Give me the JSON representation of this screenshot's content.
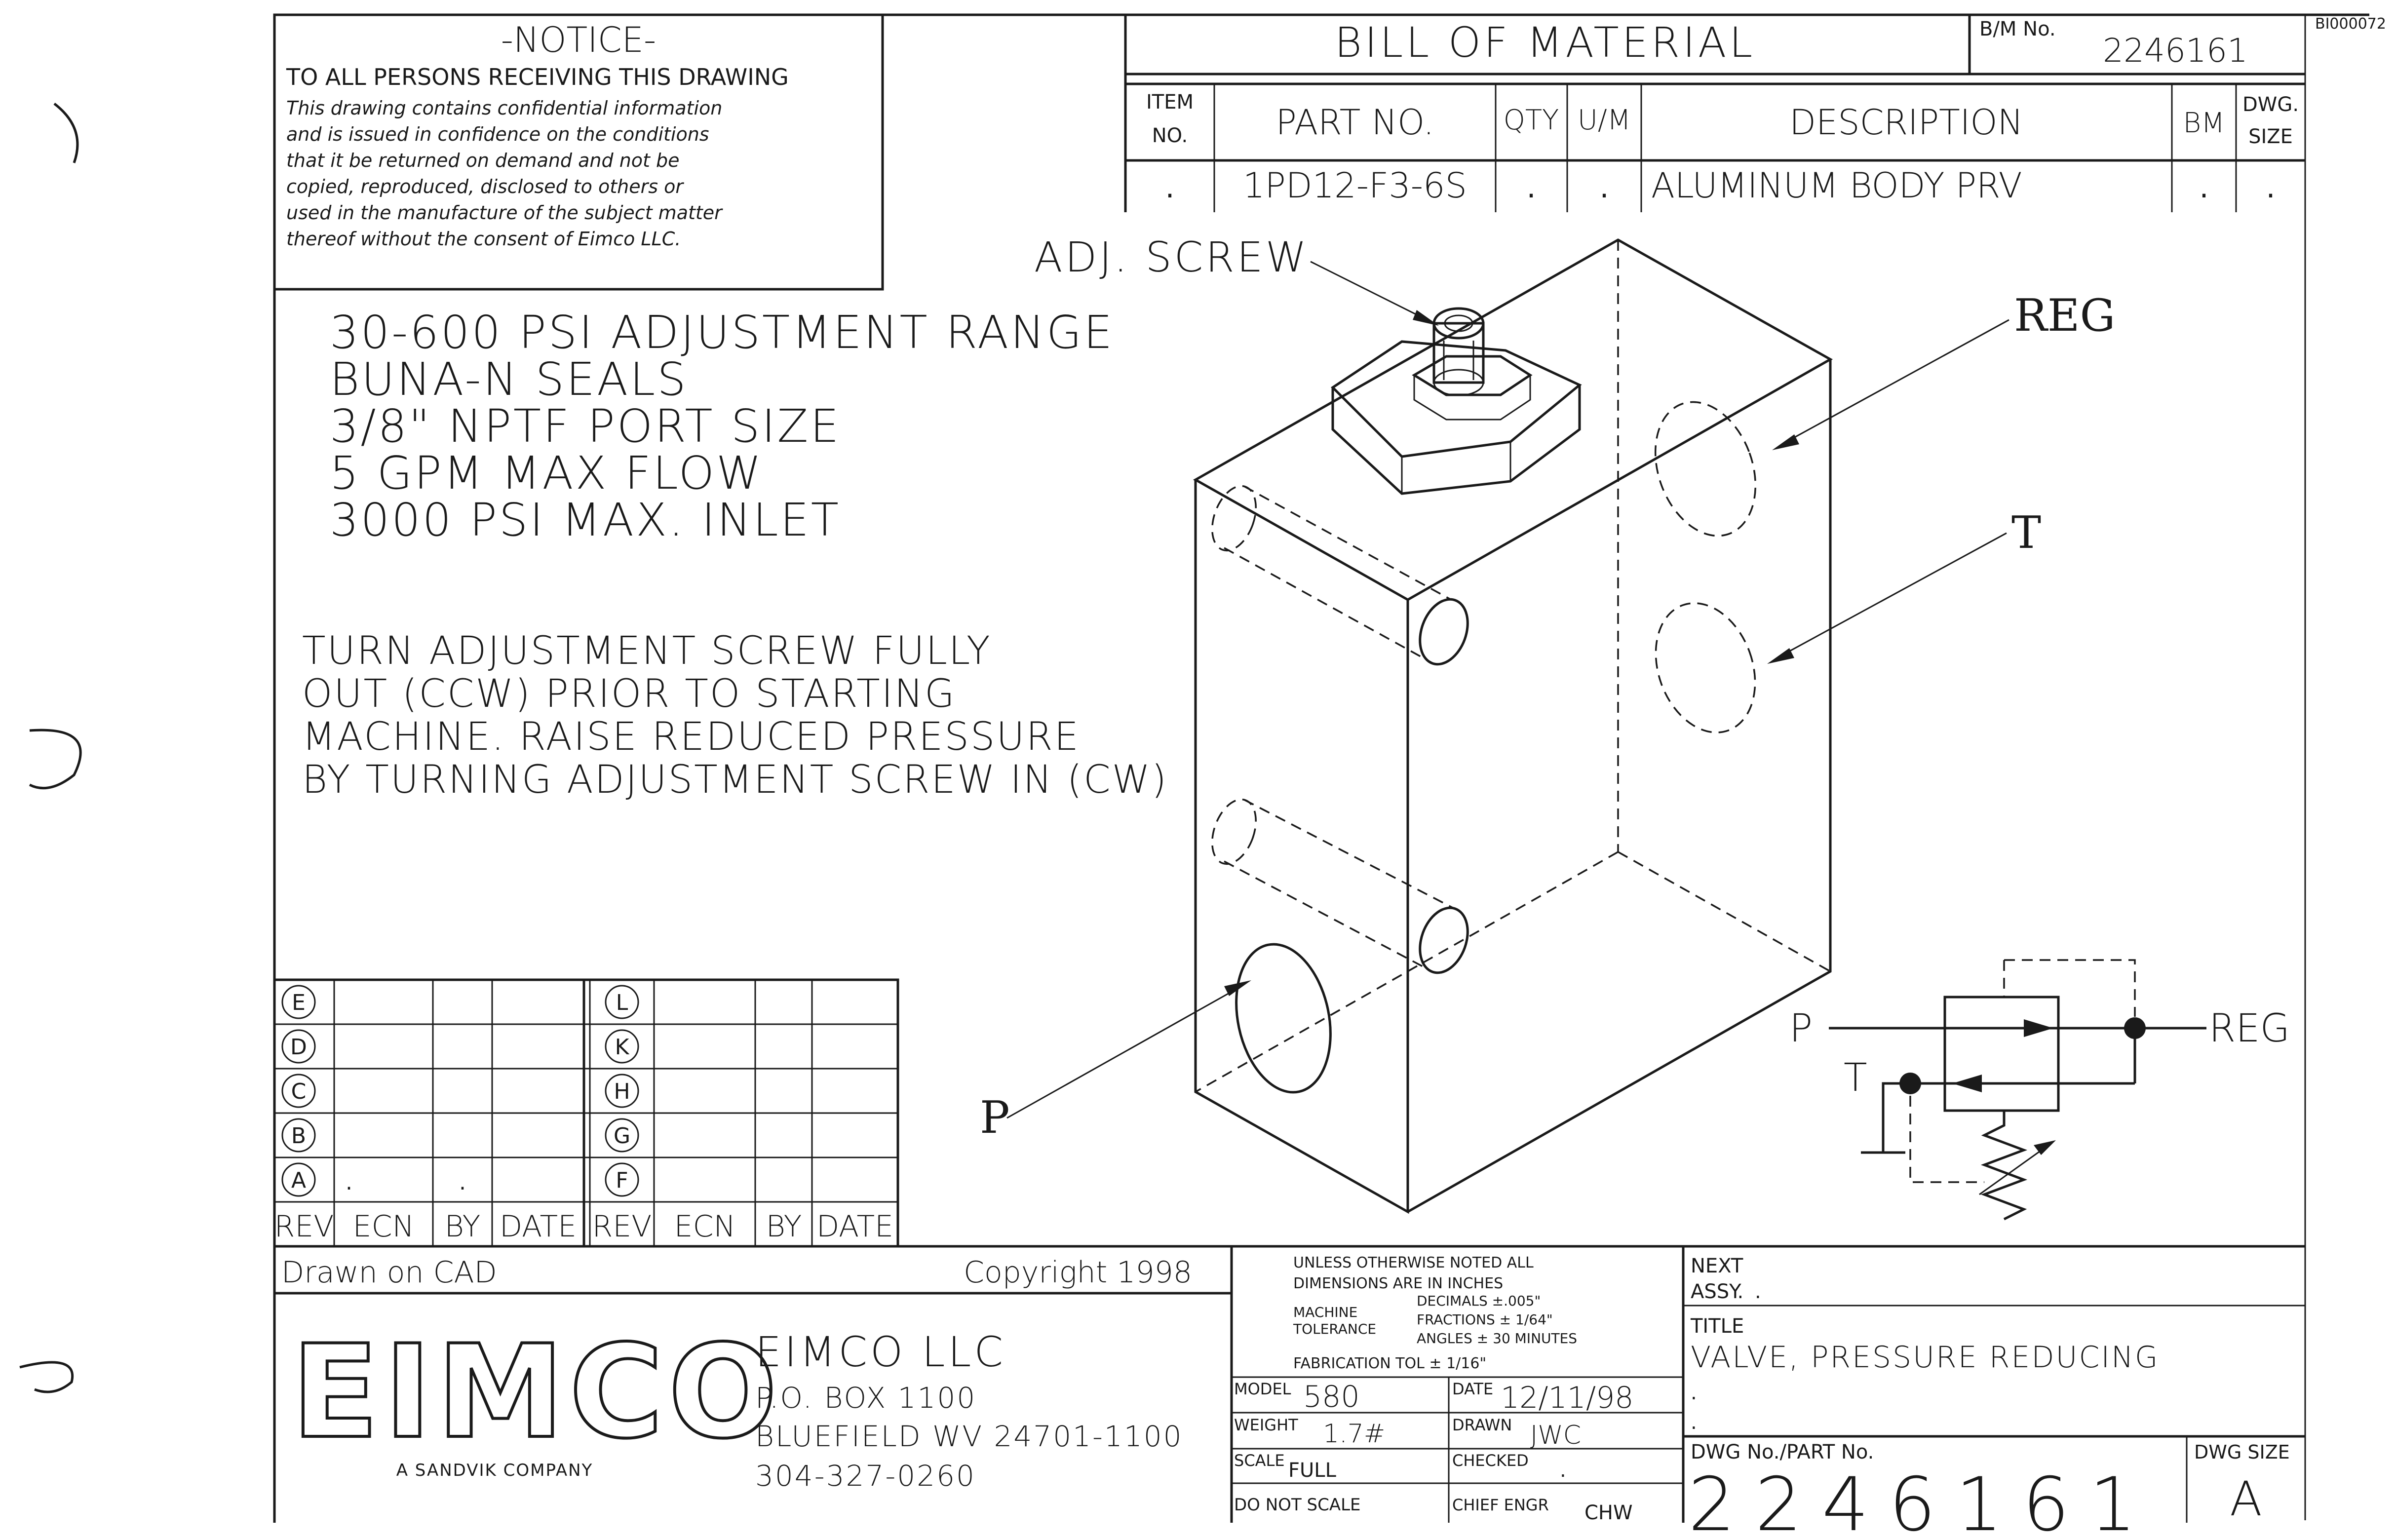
{
  "doc_code": "BI000072",
  "notice": {
    "title": "-NOTICE-",
    "heading": "TO ALL PERSONS RECEIVING THIS DRAWING",
    "lines": [
      "This drawing contains confidential information",
      "and is issued in confidence on the conditions",
      "that it be returned on demand and not be",
      "copied, reproduced, disclosed to others or",
      "used in the manufacture of the subject matter",
      "thereof without the consent of Eimco LLC."
    ]
  },
  "bom": {
    "title": "BILL OF MATERIAL",
    "bm_no_label": "B/M No.",
    "bm_no": "2246161",
    "headers": {
      "item_1": "ITEM",
      "item_2": "NO.",
      "part": "PART NO.",
      "qty": "QTY",
      "um": "U/M",
      "desc": "DESCRIPTION",
      "bm": "BM",
      "size_1": "DWG.",
      "size_2": "SIZE"
    },
    "row": {
      "item": ".",
      "part": "1PD12-F3-6S",
      "qty": ".",
      "um": ".",
      "desc": "ALUMINUM BODY PRV",
      "bm": ".",
      "size": "."
    }
  },
  "specs": [
    "30-600 PSI ADJUSTMENT RANGE",
    "BUNA-N SEALS",
    "3/8\" NPTF PORT SIZE",
    "5 GPM MAX FLOW",
    "3000 PSI MAX. INLET"
  ],
  "instructions": [
    "TURN ADJUSTMENT SCREW FULLY",
    "OUT (CCW) PRIOR TO STARTING",
    "MACHINE. RAISE REDUCED PRESSURE",
    "BY TURNING ADJUSTMENT SCREW IN (CW)"
  ],
  "callouts": {
    "adj_screw": "ADJ. SCREW",
    "reg": "REG",
    "t": "T",
    "p": "P"
  },
  "schematic": {
    "p": "P",
    "reg": "REG",
    "t": "T"
  },
  "revisions": {
    "left_letters": [
      "E",
      "D",
      "C",
      "B",
      "A"
    ],
    "right_letters": [
      "L",
      "K",
      "H",
      "G",
      "F"
    ],
    "headers": [
      "REV",
      "ECN",
      "BY",
      "DATE",
      "REV",
      "ECN",
      "BY",
      "DATE"
    ],
    "row_a_ecn": ".",
    "row_a_by": "."
  },
  "title_block": {
    "drawn_on": "Drawn on CAD",
    "copyright": "Copyright 1998",
    "logo": "EIMCO",
    "tagline": "A SANDVIK COMPANY",
    "company": "EIMCO LLC",
    "address_1": "P.O. BOX 1100",
    "address_2": "BLUEFIELD WV 24701-1100",
    "phone": "304-327-0260",
    "tolerance_lines": [
      "UNLESS OTHERWISE NOTED ALL",
      "DIMENSIONS ARE IN INCHES"
    ],
    "machine_label_1": "MACHINE",
    "machine_label_2": "TOLERANCE",
    "tol_decimals": "DECIMALS ±.005\"",
    "tol_fractions": "FRACTIONS ± 1/64\"",
    "tol_angles": "ANGLES ± 30 MINUTES",
    "fabrication": "FABRICATION TOL ± 1/16\"",
    "model_label": "MODEL",
    "model": "580",
    "date_label": "DATE",
    "date": "12/11/98",
    "weight_label": "WEIGHT",
    "weight": "1.7#",
    "drawn_label": "DRAWN",
    "drawn": "JWC",
    "scale_label": "SCALE",
    "scale": "FULL",
    "checked_label": "CHECKED",
    "checked": ".",
    "no_scale": "DO NOT SCALE",
    "chief_label": "CHIEF ENGR",
    "chief": "CHW",
    "next_assy_1": "NEXT",
    "next_assy_2": "ASSY.",
    "next_assy_value": ".",
    "title_label": "TITLE",
    "title": "VALVE, PRESSURE REDUCING",
    "title_extra_1": ".",
    "title_extra_2": ".",
    "dwg_no_label": "DWG No./PART No.",
    "dwg_no": "2246161",
    "dwg_size_label": "DWG SIZE",
    "dwg_size": "A"
  }
}
